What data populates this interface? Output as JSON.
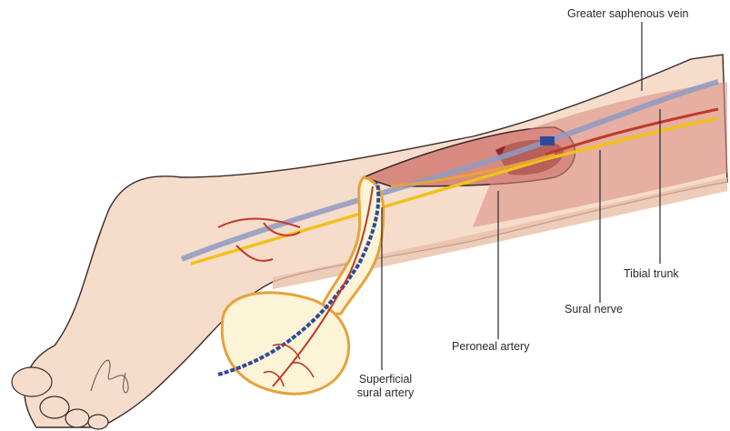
{
  "labels": {
    "greater_saphenous_vein": "Greater saphenous vein",
    "tibial_trunk": "Tibial trunk",
    "sural_nerve": "Sural nerve",
    "peroneal_artery": "Peroneal artery",
    "superficial_sural_artery_line1": "Superficial",
    "superficial_sural_artery_line2": "sural artery"
  },
  "colors": {
    "skin": "#f6dccb",
    "skin_shadow": "#e9bfa8",
    "muscle": "#d98a80",
    "muscle_dark": "#8e2a2e",
    "artery": "#c0392b",
    "vein": "#8e9bc2",
    "vein_dark": "#2e4a9a",
    "nerve": "#f0c21a",
    "flap_fill": "#fbf4d6",
    "flap_border": "#e6a23c",
    "line": "#2a2a2a"
  }
}
